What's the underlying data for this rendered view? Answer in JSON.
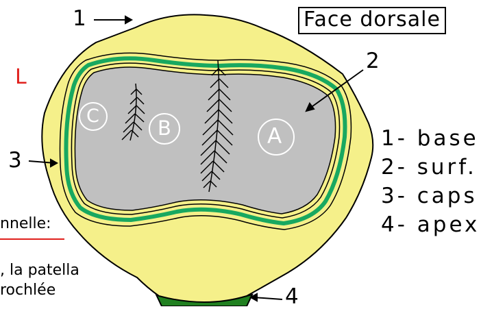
{
  "title": "Face dorsale",
  "side_letter": "L",
  "numbers": {
    "n1": "1",
    "n2": "2",
    "n3": "3",
    "n4": "4"
  },
  "regions": {
    "a": "A",
    "b": "B",
    "c": "C"
  },
  "legend": [
    "1- base",
    "2- surf.",
    "3- caps",
    "4- apex"
  ],
  "note": {
    "title": "nnelle:",
    "line1": ", la patella",
    "line2": "rochlée"
  },
  "colors": {
    "bone_outline": "#f5f08a",
    "articular_surface": "#c0c0c0",
    "capsule": "#18a860",
    "apex": "#208020",
    "side_letter": "#e0201c"
  }
}
